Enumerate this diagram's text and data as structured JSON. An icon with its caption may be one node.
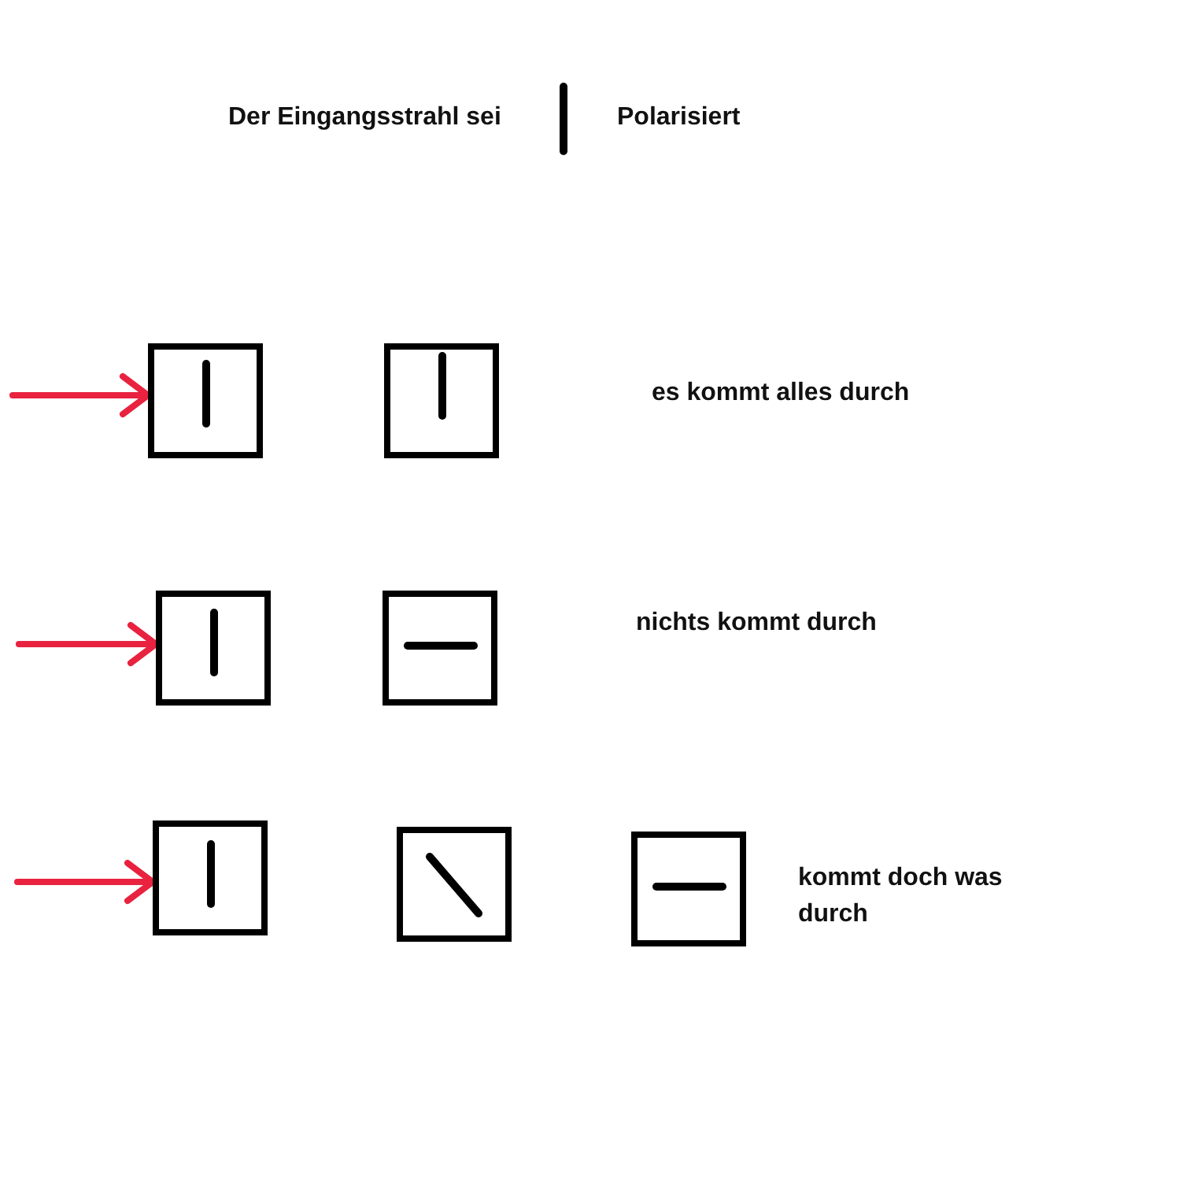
{
  "diagram": {
    "nodes": [
      {
        "text": [],
        "shape": "box"
      },
      {
        "text": [],
        "shape": "box"
      },
      {
        "text": [],
        "shape": "box"
      },
      {
        "text": [],
        "shape": "box"
      },
      {
        "text": [],
        "shape": "box"
      },
      {
        "text": [],
        "shape": "box"
      },
      {
        "text": [],
        "shape": "box"
      }
    ],
    "edges": [
      {
        "from": null,
        "to": 0,
        "arrow": "to"
      },
      {
        "from": null,
        "to": 2,
        "arrow": "to"
      },
      {
        "from": null,
        "to": 4,
        "arrow": "to"
      }
    ],
    "labels": [
      "Der Eingangsstrahl sei",
      "Polarisiert",
      "es kommt alles durch",
      "nichts kommt durch",
      "kommt doch was durch"
    ]
  }
}
